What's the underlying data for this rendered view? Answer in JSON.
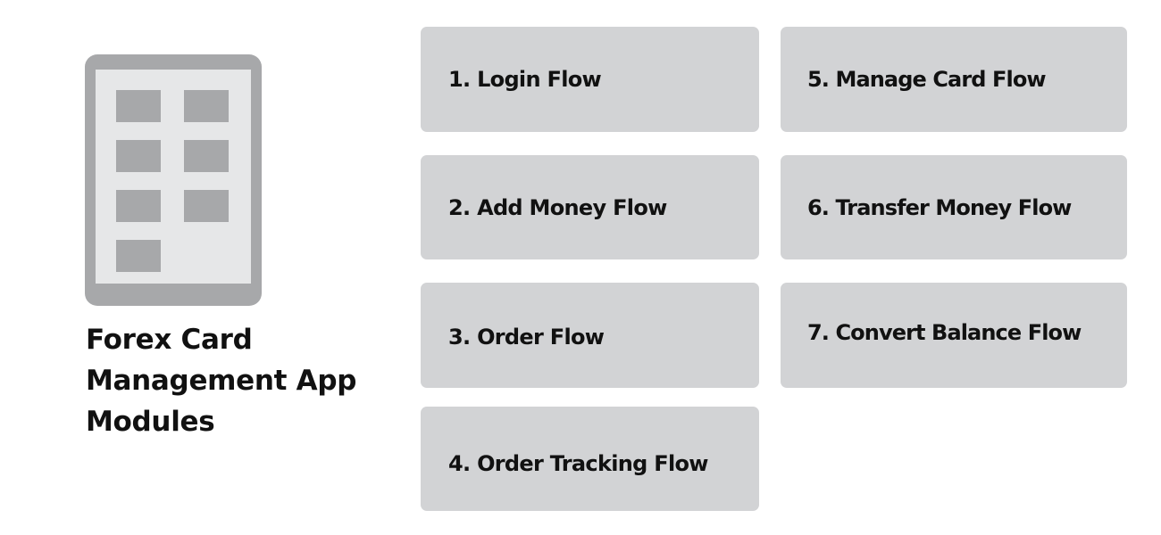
{
  "title": "Forex Card Management App Modules",
  "modules": [
    {
      "label": "1. Login Flow"
    },
    {
      "label": "2. Add Money Flow"
    },
    {
      "label": "3. Order Flow"
    },
    {
      "label": "4. Order Tracking Flow"
    },
    {
      "label": "5. Manage Card Flow"
    },
    {
      "label": "6. Transfer Money Flow"
    },
    {
      "label": "7. Convert Balance Flow"
    }
  ],
  "colors": {
    "card_background": "#d2d3d5",
    "device_frame": "#a7a8aa",
    "device_screen": "#e6e7e8",
    "text": "#111111"
  },
  "icons": {
    "device": "mobile-app-grid-icon"
  }
}
